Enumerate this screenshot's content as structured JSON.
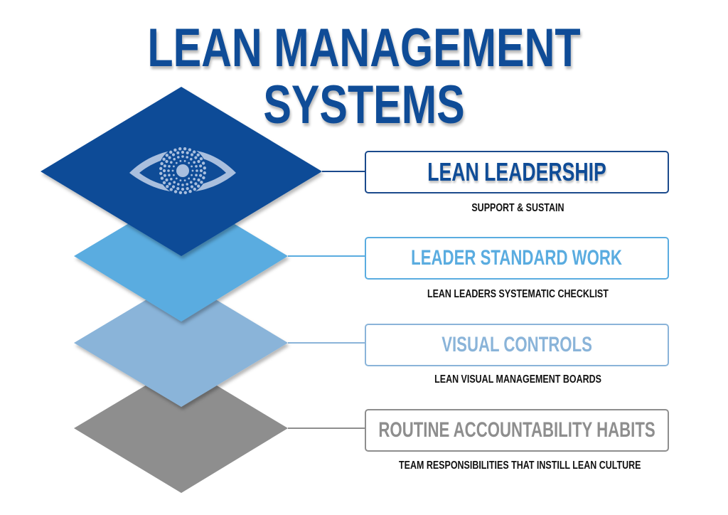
{
  "title": "LEAN MANAGEMENT SYSTEMS",
  "layers": [
    {
      "label": "LEAN LEADERSHIP",
      "description": "SUPPORT & SUSTAIN",
      "icon": "eye-icon",
      "color": "#0f4c97"
    },
    {
      "label": "LEADER STANDARD WORK",
      "description": "LEAN LEADERS SYSTEMATIC CHECKLIST",
      "color": "#5aace0"
    },
    {
      "label": "VISUAL CONTROLS",
      "description": "LEAN VISUAL MANAGEMENT BOARDS",
      "color": "#8ab4d9"
    },
    {
      "label": "ROUTINE ACCOUNTABILITY HABITS",
      "description": "TEAM RESPONSIBILITIES THAT INSTILL LEAN CULTURE",
      "color": "#8e8e8e"
    }
  ]
}
